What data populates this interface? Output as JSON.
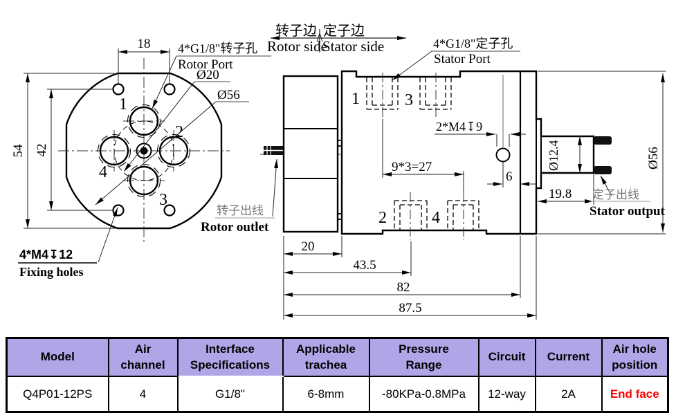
{
  "colors": {
    "header_bg": "#b1a5e8",
    "highlight_red": "#fe0000",
    "line": "#000000"
  },
  "front_view": {
    "dims": {
      "hole_span": "18",
      "overall_height": "54",
      "hole_pitch": "42",
      "pitch_dia": "Ø20",
      "outer_dia": "Ø56"
    },
    "ports": {
      "p1": "1",
      "p2": "2",
      "p3": "3",
      "p4": "4"
    },
    "labels": {
      "rotor_port_zh": "4*G1/8\"转子孔",
      "rotor_port_en": "Rotor Port",
      "fixing_spec": "4*M4↧12",
      "fixing_en": "Fixing holes",
      "rotor_outlet_zh": "转子出线",
      "rotor_outlet_en": "Rotor outlet"
    }
  },
  "side_view": {
    "dims": {
      "m4_depth": "2*M4↧9",
      "port_spacing": "9*3=27",
      "hole_offset": "6",
      "shaft_dia": "Ø12.4",
      "body_dia": "Ø56",
      "shaft_len": "19.8",
      "rotor_len": "20",
      "port_center": "43.5",
      "body_len": "82",
      "total_len": "87.5"
    },
    "ports": {
      "p1": "1",
      "p2": "2",
      "p3": "3",
      "p4": "4"
    },
    "labels": {
      "rotor_side_zh": "转子边",
      "stator_side_zh": "定子边",
      "rotor_side_en": "Rotor side",
      "stator_side_en": "Stator side",
      "stator_port_zh": "4*G1/8\"定子孔",
      "stator_port_en": "Stator Port",
      "stator_output_zh": "定子出线",
      "stator_output_en": "Stator output"
    }
  },
  "spec_table": {
    "headers": [
      "Model",
      "Air\nchannel",
      "Interface\nSpecifications",
      "Applicable\ntrachea",
      "Pressure\nRange",
      "Circuit",
      "Current",
      "Air hole\nposition"
    ],
    "row": [
      "Q4P01-12PS",
      "4",
      "G1/8\"",
      "6-8mm",
      "-80KPa-0.8MPa",
      "12-way",
      "2A",
      "End face"
    ]
  }
}
